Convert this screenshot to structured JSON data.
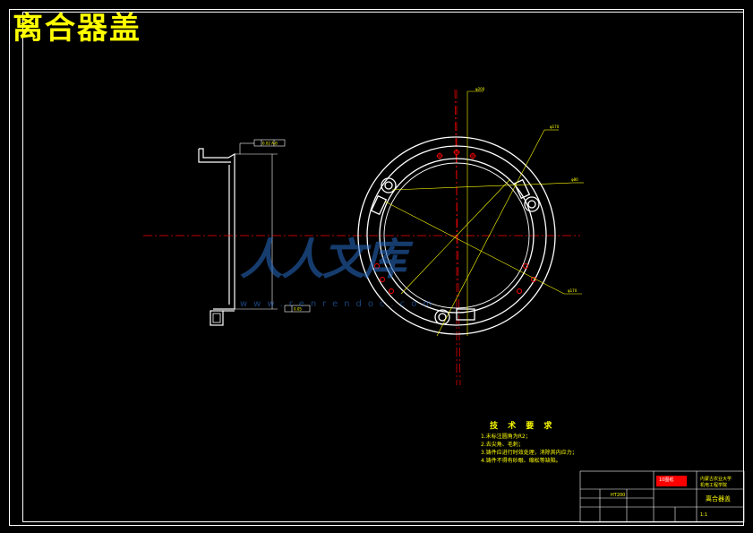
{
  "drawing": {
    "title": "离合器盖"
  },
  "section_view": {
    "tolerance_top": "0.02 A-B",
    "tolerance_bottom": "0.05"
  },
  "plan_view": {
    "dims": [
      "φ200",
      "φ170",
      "φ80",
      "φ170"
    ]
  },
  "tech_requirements": {
    "title": "技 术 要 求",
    "items": [
      "1.未标注圆角为R2；",
      "2.去尖角、毛刺；",
      "3.铸件应进行时效处理，消除其内应力；",
      "4.铸件不得有砂眼、缩松等缺陷。"
    ]
  },
  "title_block": {
    "school": "内蒙古农业大学",
    "department": "机电工程学院",
    "part_name": "离合器盖",
    "material": "HT200",
    "scale": "1:1",
    "highlight": "10图纸"
  },
  "watermark": {
    "text": "人人文库",
    "url": "www.renrendoc.com"
  },
  "colors": {
    "background": "#000000",
    "line": "#ffffff",
    "text": "#ffff00",
    "centerline": "#ff0000",
    "accent": "#ff0000"
  }
}
